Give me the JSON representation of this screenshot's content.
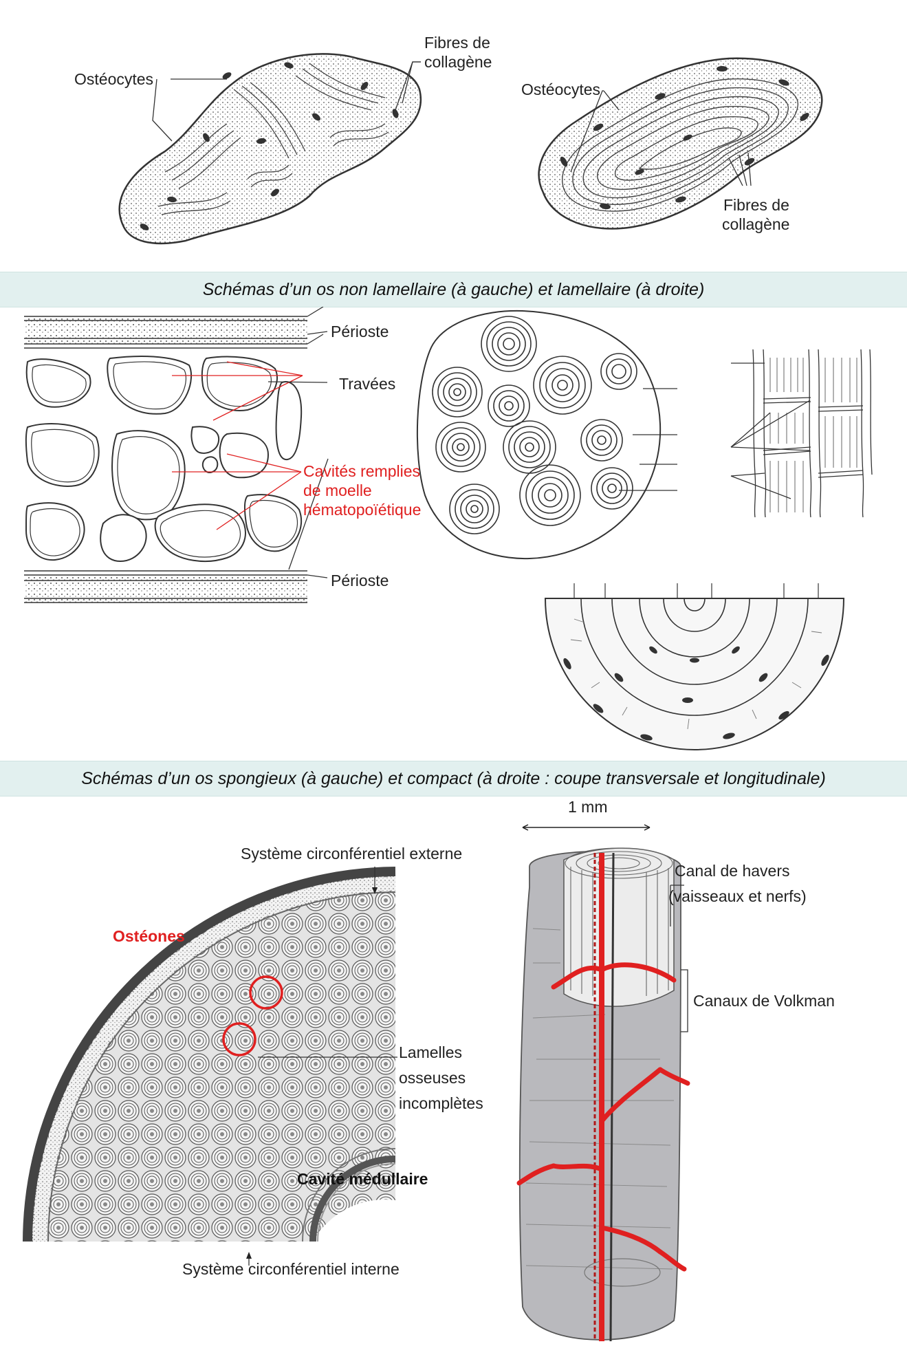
{
  "section1": {
    "left": {
      "label_osteocytes": "Ostéocytes",
      "label_fibres": [
        "Fibres de",
        "collagène"
      ]
    },
    "right": {
      "label_osteocytes": "Ostéocytes",
      "label_fibres": [
        "Fibres de",
        "collagène"
      ]
    },
    "caption": "Schémas d’un os non lamellaire (à gauche) et lamellaire (à droite)"
  },
  "section2": {
    "left": {
      "label_perioste_top": "Périoste",
      "label_travees": "Travées",
      "label_cavites": [
        "Cavités remplies",
        "de  moelle",
        "hématopoïétique"
      ],
      "label_perioste_bottom": "Périoste"
    },
    "caption": "Schémas d’un os spongieux (à gauche) et compact (à droite : coupe transversale et longitudinale)"
  },
  "section3": {
    "left": {
      "label_externe": "Système circonférentiel externe",
      "label_osteones": "Ostéones",
      "label_lamelles": [
        "Lamelles",
        "osseuses",
        "incomplètes"
      ],
      "label_cavite": "Cavité médullaire",
      "label_interne": "Système circonférentiel interne"
    },
    "right": {
      "scale": "1 mm",
      "label_havers": [
        "Canal de havers",
        "(vaisseaux et nerfs)"
      ],
      "label_volkman": "Canaux de Volkman"
    }
  },
  "colors": {
    "accent_red": "#e02020",
    "caption_bg": "#e2f0ef",
    "bone_gray": "#b9b9bd"
  }
}
